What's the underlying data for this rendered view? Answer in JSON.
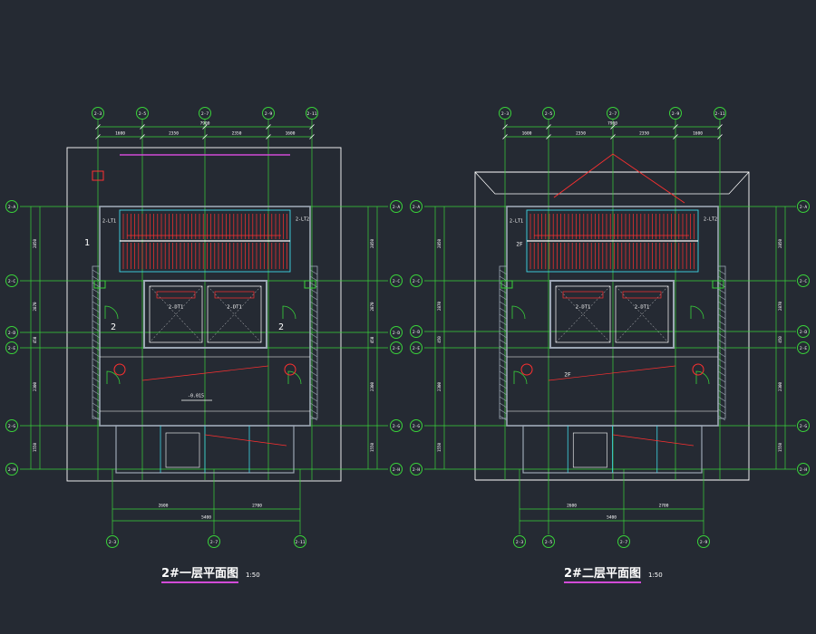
{
  "colors": {
    "background": "#252a33",
    "grid": "#39d33a",
    "wall": "#9ca7b4",
    "red": "#ff3030",
    "cyan": "#3fd6e6",
    "white": "#ffffff",
    "magenta": "#d24bd8",
    "yellow": "#e8d84a"
  },
  "plans": [
    {
      "id": "plan-1",
      "title": "2#一层平面图",
      "scale": "1:50",
      "top_axes": [
        "2-3",
        "2-5",
        "2-7",
        "2-9",
        "2-11"
      ],
      "bottom_axes": [
        "2-3",
        "2-7",
        "2-11"
      ],
      "left_axes": [
        "2-A",
        "2-C",
        "2-D",
        "2-E",
        "2-G",
        "2-H"
      ],
      "right_axes": [
        "2-A",
        "2-C",
        "2-D",
        "2-E",
        "2-G",
        "2-H"
      ],
      "top_total": "7900",
      "top_dims": [
        "1600",
        "2350",
        "2350",
        "1600"
      ],
      "bottom_dims": [
        "2600",
        "2700"
      ],
      "bottom_total": "5400",
      "left_dims": [
        "2850",
        "2870",
        "450",
        "2300",
        "1550"
      ],
      "stair_labels": [
        "2-LT1",
        "2-LT2"
      ],
      "elevator_labels": [
        "2-DT1",
        "2-DT1"
      ],
      "section_marks": [
        "1",
        "2",
        "2"
      ],
      "level": "-0.015"
    },
    {
      "id": "plan-2",
      "title": "2#二层平面图",
      "scale": "1:50",
      "top_axes": [
        "2-3",
        "2-5",
        "2-7",
        "2-9",
        "2-11"
      ],
      "bottom_axes": [
        "2-3",
        "2-5",
        "2-7",
        "2-9"
      ],
      "left_axes": [
        "2-A",
        "2-C",
        "2-D",
        "2-E",
        "2-G",
        "2-H"
      ],
      "right_axes": [
        "2-A",
        "2-C",
        "2-D",
        "2-E",
        "2-G",
        "2-H"
      ],
      "top_total": "7900",
      "top_dims": [
        "1600",
        "2350",
        "2350",
        "1600"
      ],
      "bottom_dims": [
        "2600",
        "2700"
      ],
      "bottom_total": "5400",
      "left_dims": [
        "2850",
        "2870",
        "450",
        "2300",
        "1550"
      ],
      "stair_labels": [
        "2-LT1",
        "2-LT2"
      ],
      "elevator_labels": [
        "2-DT1",
        "2-DT1"
      ],
      "section_marks": [
        "2F"
      ],
      "level": ""
    }
  ]
}
